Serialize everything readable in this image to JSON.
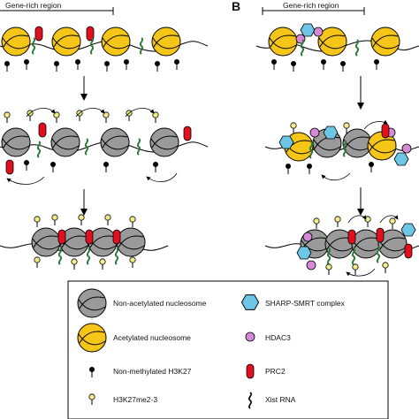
{
  "panel_b": {
    "letter": "B"
  },
  "panel_a": {
    "region_label": "Gene-rich region"
  },
  "panel_b_region": {
    "region_label": "Gene-rich region"
  },
  "legend": {
    "items": [
      {
        "label": "Non-acetylated nucleosome",
        "icon": "gray-nucleosome-icon"
      },
      {
        "label": "Acetylated nucleosome",
        "icon": "yellow-nucleosome-icon"
      },
      {
        "label": "Non-methylated H3K27",
        "icon": "black-lollipop-icon"
      },
      {
        "label": "H3K27me2-3",
        "icon": "yellow-lollipop-icon"
      },
      {
        "label": "SHARP-SMRT complex",
        "icon": "blue-hexagon-icon"
      },
      {
        "label": "HDAC3",
        "icon": "pink-circle-icon"
      },
      {
        "label": "PRC2",
        "icon": "red-capsule-icon"
      },
      {
        "label": "Xist RNA",
        "icon": "squiggle-icon"
      }
    ]
  },
  "colors": {
    "gray_nucleosome": "#9a9a9a",
    "acetylated_nucleosome": "#f5c518",
    "sharp_smrt": "#6ec6e6",
    "hdac3": "#d68ad6",
    "prc2": "#e0101e",
    "xist_rna": "#2f7a3a",
    "me_mark": "#f4ec8a"
  }
}
